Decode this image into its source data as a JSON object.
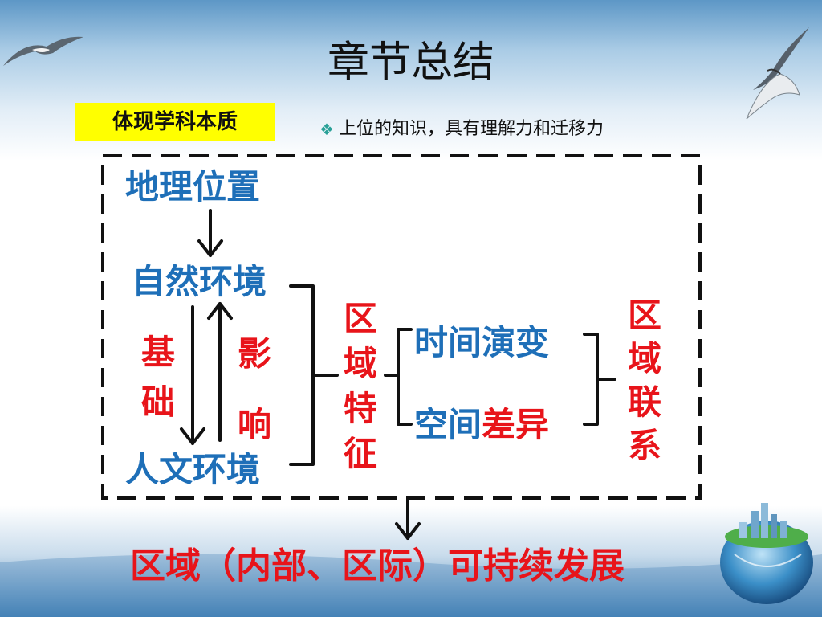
{
  "title": "章节总结",
  "tag": "体现学科本质",
  "bullet": "上位的知识，具有理解力和迁移力",
  "nodes": {
    "geo_location": "地理位置",
    "natural_env": "自然环境",
    "human_env": "人文环境",
    "basis": [
      "基",
      "础"
    ],
    "influence": [
      "影",
      "响"
    ],
    "regional_features": [
      "区",
      "域",
      "特",
      "征"
    ],
    "time_evolution": "时间演变",
    "space_diff_a": "空间",
    "space_diff_b": "差异",
    "regional_links": [
      "区",
      "域",
      "联",
      "系"
    ]
  },
  "conclusion": "区域（内部、区际）可持续发展",
  "colors": {
    "blue": "#1e6fb8",
    "red": "#e8141a",
    "yellow": "#ffff00"
  }
}
